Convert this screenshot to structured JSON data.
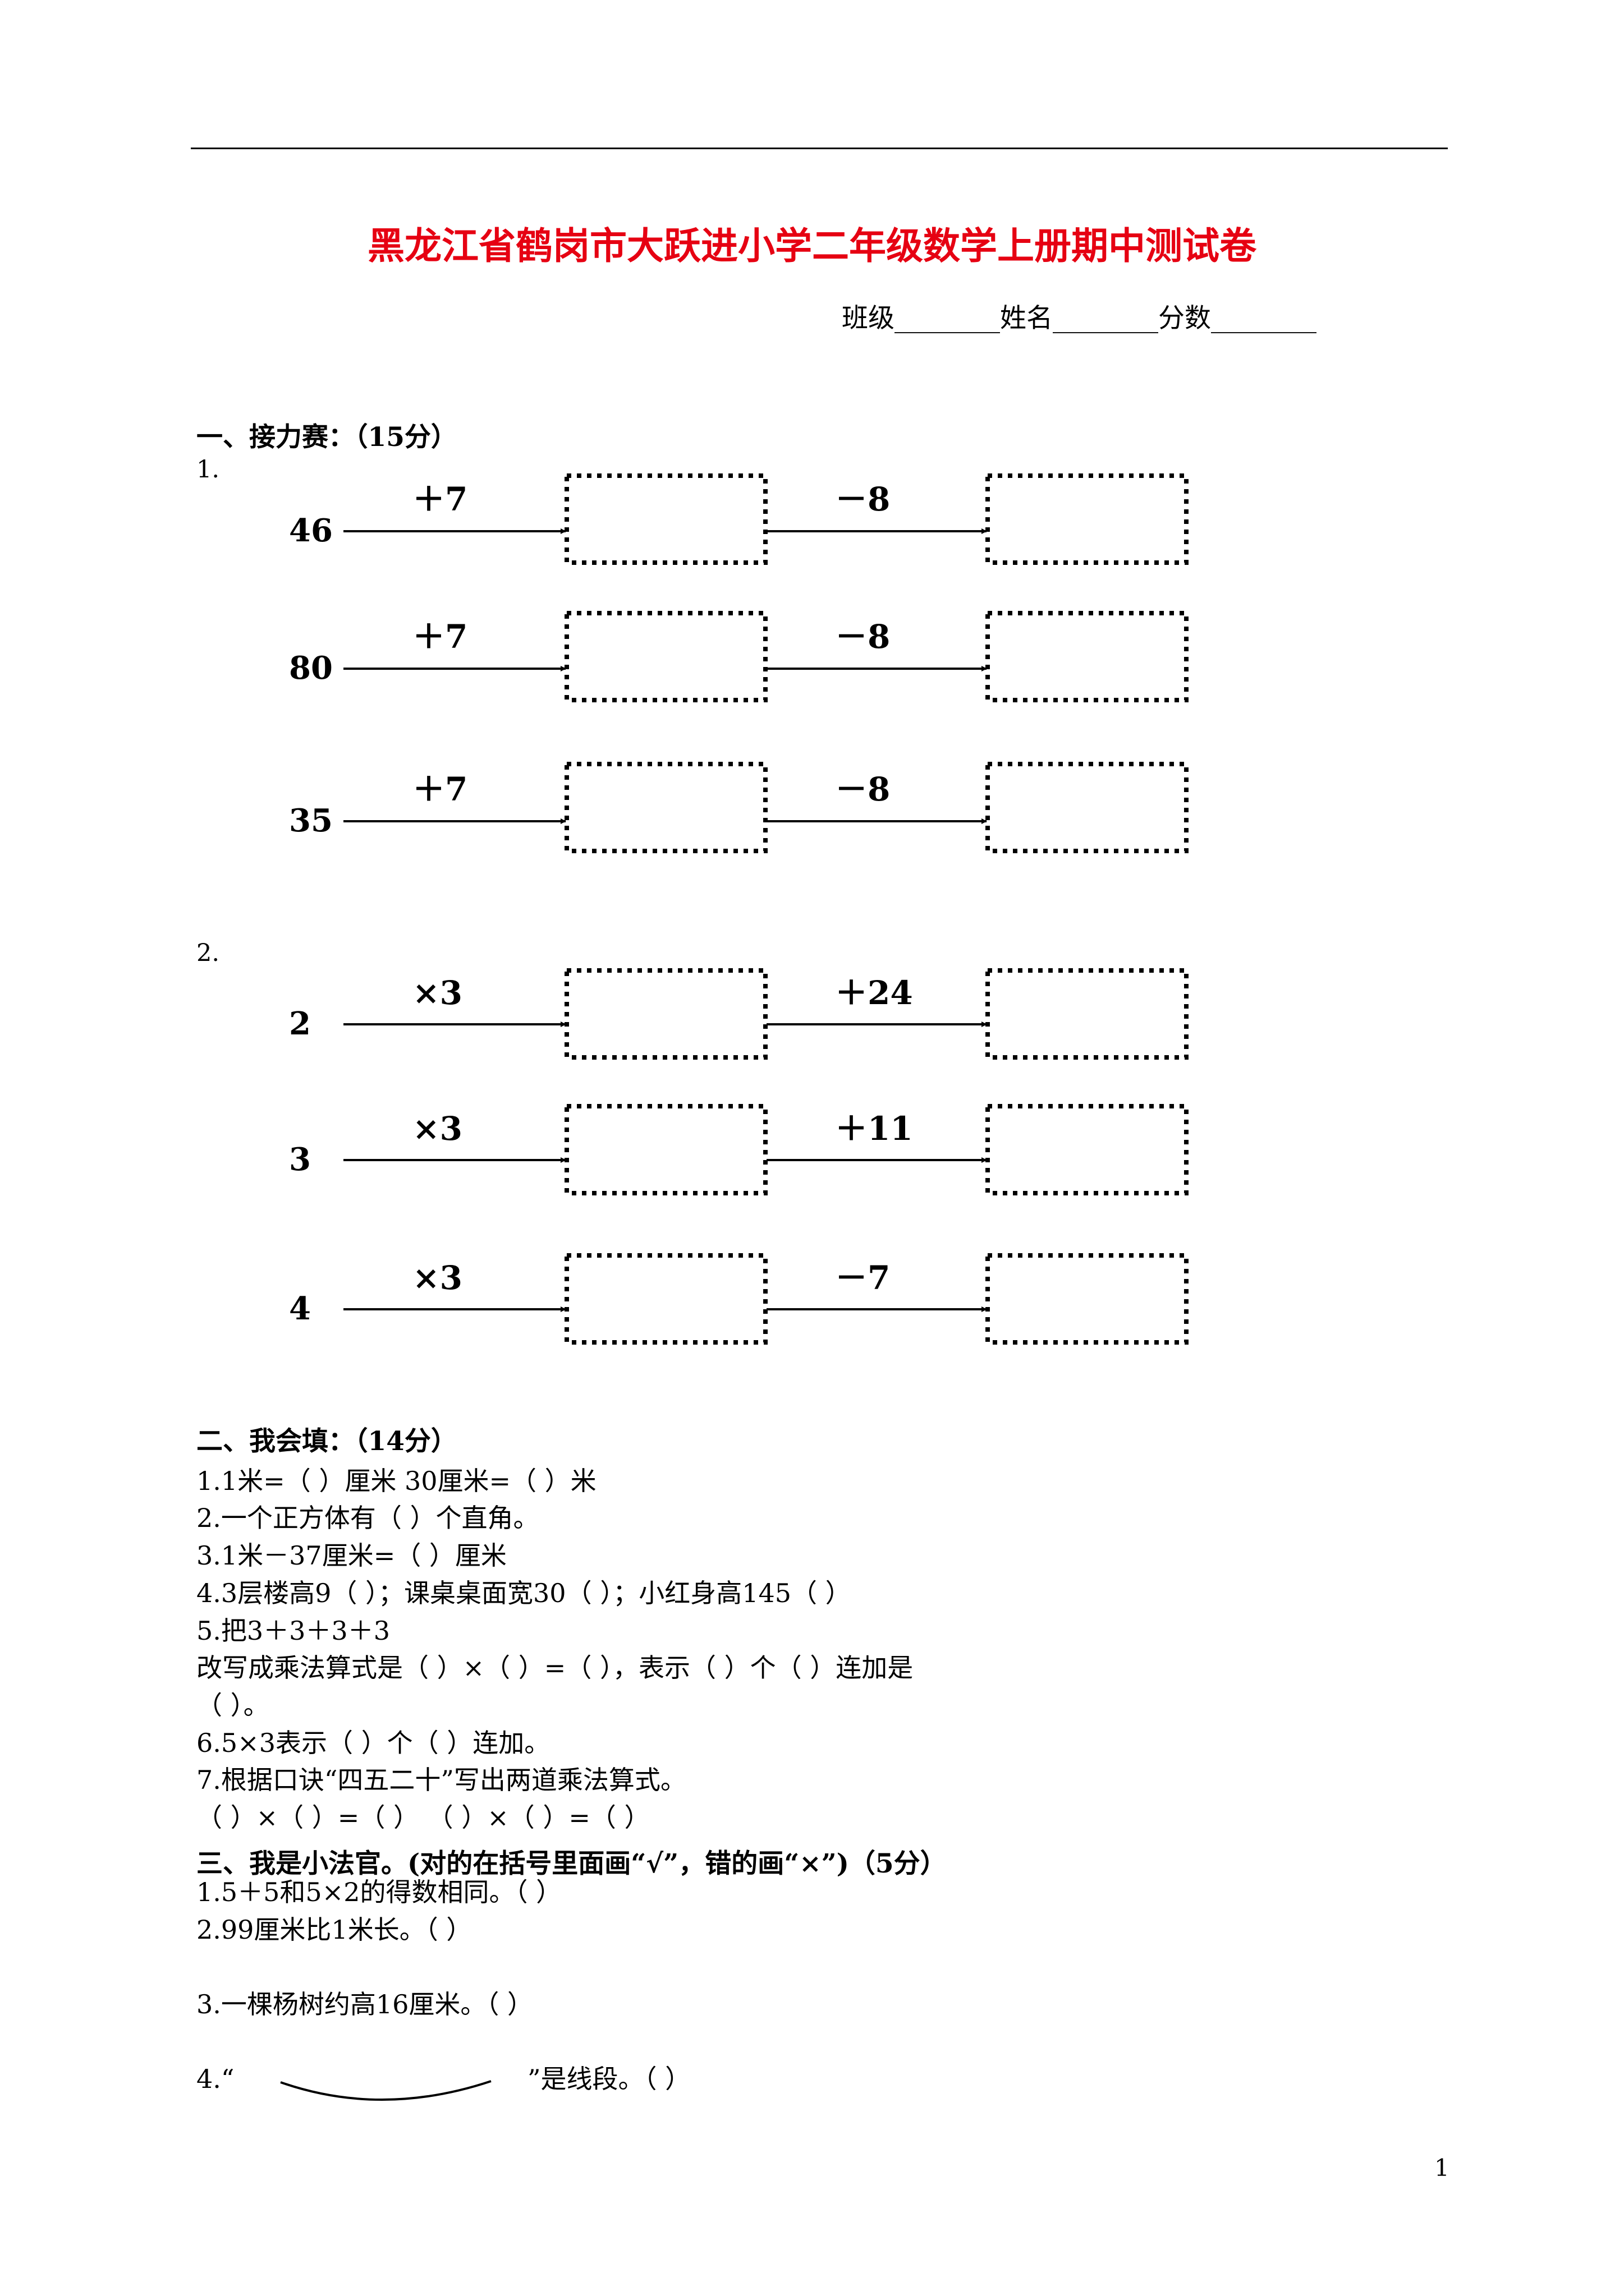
{
  "title": "黑龙江省鹤岗市大跃进小学二年级数学上册期中测试卷",
  "student_info": "班级________姓名________分数________",
  "section1": {
    "heading": "一、接力赛：（15分）",
    "part1": {
      "label": "1.",
      "rows": [
        {
          "start": "46",
          "op1": "＋7",
          "op2": "－8"
        },
        {
          "start": "80",
          "op1": "＋7",
          "op2": "－8"
        },
        {
          "start": "35",
          "op1": "＋7",
          "op2": "－8"
        }
      ]
    },
    "part2": {
      "label": "2.",
      "rows": [
        {
          "start": "2",
          "op1": "×3",
          "op2": "＋24"
        },
        {
          "start": "3",
          "op1": "×3",
          "op2": "＋11"
        },
        {
          "start": "4",
          "op1": "×3",
          "op2": "－7"
        }
      ]
    }
  },
  "section2": {
    "heading": "二、我会填：（14分）",
    "lines": [
      "1.1米=（          ）厘米          30厘米=（          ）米",
      "2.一个正方体有（          ）个直角。",
      "3.1米－37厘米=（          ）厘米",
      "4.3层楼高9（          ）；课桌桌面宽30（          ）；小红身高145（          ）",
      "5.把3＋3＋3＋3",
      "   改写成乘法算式是（          ）×（          ）=（          ），表示（          ）个（          ）连加是",
      "（          ）。",
      "6.5×3表示（          ）个（          ）连加。",
      "7.根据口诀“四五二十”写出两道乘法算式。",
      "（          ）×（          ）=（          ）    （          ）×（          ）=（          ）"
    ]
  },
  "section3": {
    "heading": "三、我是小法官。(对的在括号里面画“√”，错的画“×”)（5分）",
    "items": [
      "1.5＋5和5×2的得数相同。（          ）",
      "2.99厘米比1米长。（          ）",
      "3.一棵杨树约高16厘米。（          ）"
    ],
    "item4_label": "4.“",
    "item4_suffix": "”是线段。（          ）"
  },
  "page_number": "1"
}
